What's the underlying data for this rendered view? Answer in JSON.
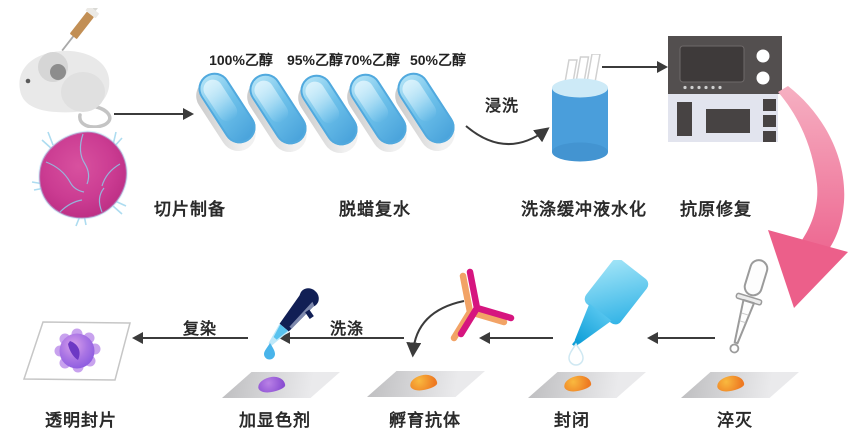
{
  "steps": {
    "prep": "切片制备",
    "dewax": "脱蜡复水",
    "hydrate": "洗涤缓冲液水化",
    "retrieval": "抗原修复",
    "quench": "淬灭",
    "block": "封闭",
    "incubate": "孵育抗体",
    "chromogen": "加显色剂",
    "mount": "透明封片"
  },
  "transitions": {
    "soak": "浸洗",
    "wash": "洗涤",
    "counterstain": "复染"
  },
  "ethanol": [
    "100%乙醇",
    "95%乙醇",
    "70%乙醇",
    "50%乙醇"
  ],
  "icons": {
    "mouse": "mouse-with-syringe-icon",
    "tumor": "tumor-tissue-icon",
    "capsules": "slide-in-ethanol-capsule-icon",
    "jar": "coplin-jar-with-slides-icon",
    "machine": "antigen-retrieval-machine-icon",
    "big_arrow": "pink-curved-flow-arrow-icon",
    "pipette": "glass-pipette-icon",
    "bottle": "blocking-buffer-bottle-icon",
    "antibody": "antibody-y-icon",
    "dropper": "chromogen-dropper-icon",
    "slide": "microscope-slide-icon",
    "mounted_slide": "mounted-coverslip-slide-icon"
  },
  "colors": {
    "capsule_blue": "#6cc0ea",
    "cylinder_blue": "#4a9edb",
    "machine_dark": "#534f4f",
    "machine_light": "#e2e4ee",
    "pink_arrow": "#ee6d95",
    "tumor_magenta": "#cb3c92",
    "tissue_orange": "#ee7a22",
    "tissue_purple": "#8b4fd2",
    "antibody_magenta": "#d6157f",
    "antibody_orange": "#f2a366",
    "bottle_cyan": "#30b4e7",
    "dropper_navy": "#111f55",
    "drop_blue": "#49b4ea",
    "arrow_dark": "#3b3b3b",
    "text": "#2a2a2a"
  }
}
